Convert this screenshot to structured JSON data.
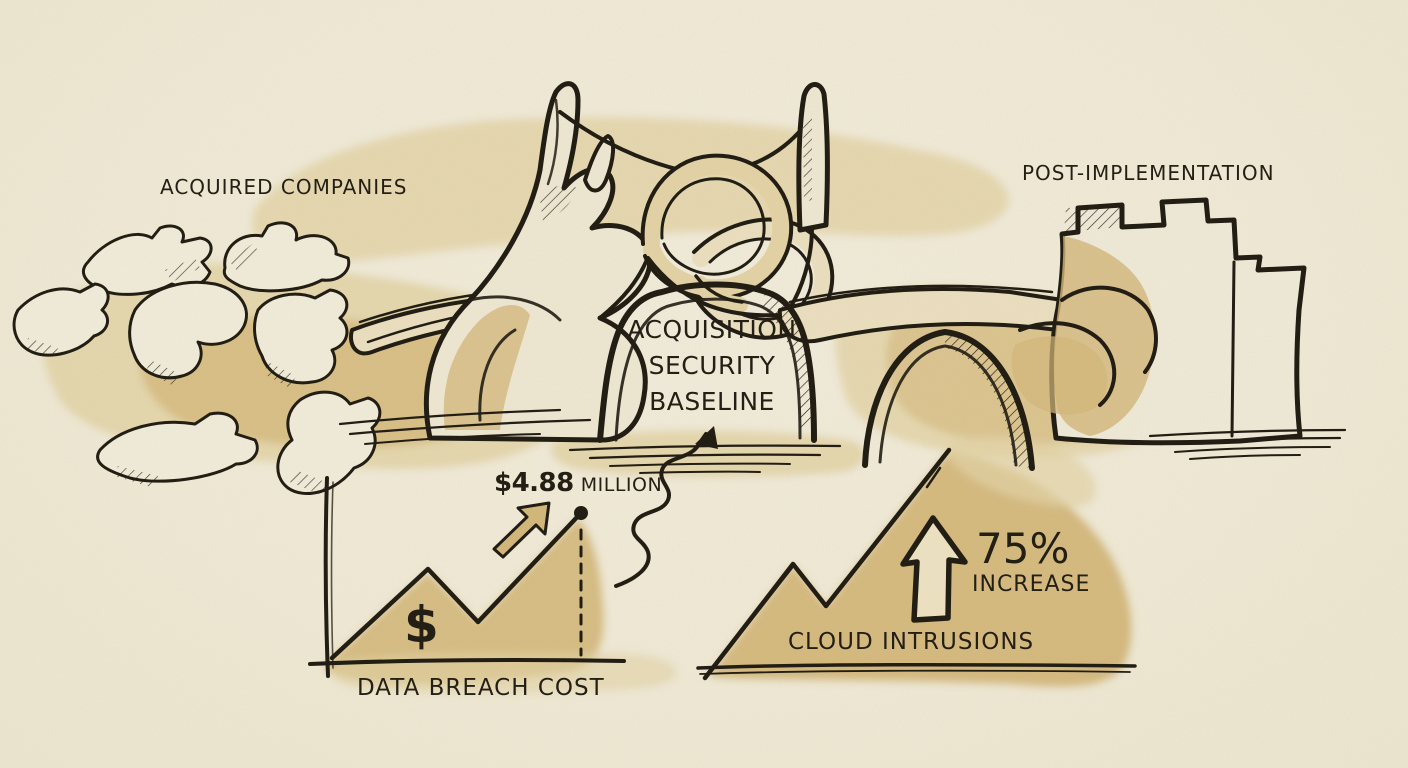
{
  "palette": {
    "background": "#f5efdc",
    "ink": "#241f15",
    "tan": "#d8bc7e",
    "tan_dark": "#c6a257",
    "tan_light": "#e8d7a9",
    "tan_pale": "#f0e4c4"
  },
  "labels": {
    "acquired_companies": "ACQUIRED COMPANIES",
    "post_implementation": "POST-IMPLEMENTATION",
    "center_title": "ACQUISITION\nSECURITY\nBASELINE"
  },
  "breach_chart": {
    "value": "$4.88",
    "unit": "MILLION",
    "currency_symbol": "$",
    "caption": "DATA BREACH COST"
  },
  "intrusions_chart": {
    "percent": "75%",
    "direction_label": "INCREASE",
    "caption": "CLOUD INTRUSIONS"
  },
  "chart_data": [
    {
      "type": "line",
      "title": "DATA BREACH COST",
      "annotation": "$4.88 MILLION",
      "description": "Hand-sketched rising zigzag line from axis origin: up to a first peak, dip, then rising to a labeled end point of $4.88 million (dashed drop line to x-axis, upward arrow)."
    },
    {
      "type": "line",
      "title": "CLOUD INTRUSIONS",
      "annotation": "75% INCREASE",
      "description": "Hand-sketched mountain-shaped rising zigzag with block up-arrow labeled 75% increase."
    }
  ]
}
